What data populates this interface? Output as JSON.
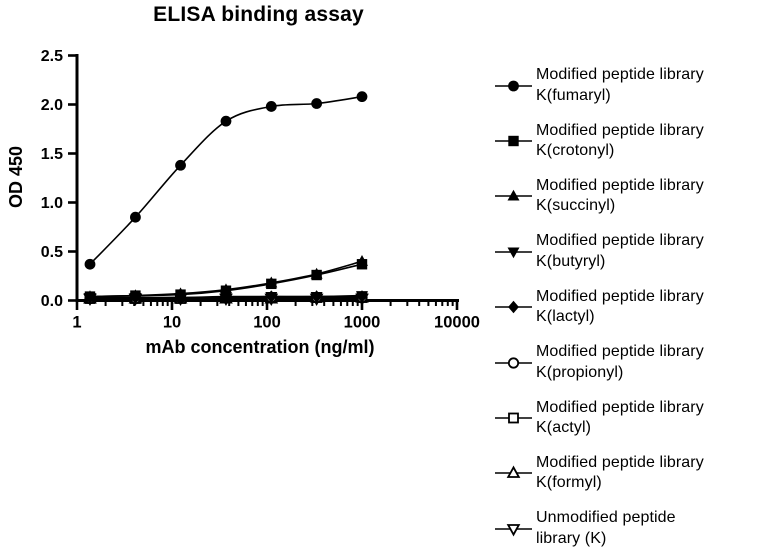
{
  "title": "ELISA binding assay",
  "axes": {
    "x": {
      "label": "mAb concentration (ng/ml)",
      "scale": "log",
      "ticks": [
        "1",
        "10",
        "100",
        "1000",
        "10000"
      ],
      "min": 1,
      "max": 10000
    },
    "y": {
      "label": "OD 450",
      "ticks": [
        "0.0",
        "0.5",
        "1.0",
        "1.5",
        "2.0",
        "2.5"
      ],
      "min": 0,
      "max": 2.5
    }
  },
  "chart_data": {
    "type": "line",
    "title": "ELISA binding assay",
    "xlabel": "mAb concentration (ng/ml)",
    "ylabel": "OD 450",
    "x_scale": "log",
    "xlim": [
      1,
      10000
    ],
    "ylim": [
      0,
      2.5
    ],
    "grid": false,
    "legend_position": "right",
    "x": [
      1.37,
      4.12,
      12.3,
      37,
      111,
      333,
      1000
    ],
    "series": [
      {
        "name": "Modified peptide library K(fumaryl)",
        "marker": "circle-filled",
        "values": [
          0.37,
          0.85,
          1.38,
          1.83,
          1.98,
          2.01,
          2.08
        ]
      },
      {
        "name": "Modified peptide library K(crotonyl)",
        "marker": "square-filled",
        "values": [
          0.04,
          0.05,
          0.06,
          0.1,
          0.17,
          0.26,
          0.37
        ]
      },
      {
        "name": "Modified peptide library K(succinyl)",
        "marker": "triangle-up-filled",
        "values": [
          0.04,
          0.05,
          0.07,
          0.11,
          0.18,
          0.27,
          0.4
        ]
      },
      {
        "name": "Modified peptide library K(butyryl)",
        "marker": "triangle-down-filled",
        "values": [
          0.03,
          0.03,
          0.03,
          0.04,
          0.04,
          0.04,
          0.05
        ]
      },
      {
        "name": "Modified peptide library K(lactyl)",
        "marker": "diamond-filled",
        "values": [
          0.03,
          0.03,
          0.03,
          0.03,
          0.04,
          0.04,
          0.04
        ]
      },
      {
        "name": "Modified peptide library K(propionyl)",
        "marker": "circle-open",
        "values": [
          0.02,
          0.02,
          0.03,
          0.03,
          0.03,
          0.03,
          0.03
        ]
      },
      {
        "name": "Modified peptide library K(actyl)",
        "marker": "square-open",
        "values": [
          0.02,
          0.02,
          0.02,
          0.03,
          0.03,
          0.03,
          0.03
        ]
      },
      {
        "name": "Modified peptide library K(formyl)",
        "marker": "triangle-up-open",
        "values": [
          0.02,
          0.02,
          0.02,
          0.02,
          0.02,
          0.03,
          0.03
        ]
      },
      {
        "name": "Unmodified peptide library (K)",
        "marker": "triangle-down-open",
        "values": [
          0.02,
          0.02,
          0.02,
          0.02,
          0.02,
          0.02,
          0.02
        ]
      }
    ]
  },
  "legend": {
    "items": [
      {
        "line1": "Modified peptide library",
        "line2": "K(fumaryl)",
        "marker": "circle-filled"
      },
      {
        "line1": "Modified peptide library",
        "line2": "K(crotonyl)",
        "marker": "square-filled"
      },
      {
        "line1": "Modified peptide library",
        "line2": "K(succinyl)",
        "marker": "triangle-up-filled"
      },
      {
        "line1": "Modified peptide library",
        "line2": "K(butyryl)",
        "marker": "triangle-down-filled"
      },
      {
        "line1": "Modified peptide library",
        "line2": "K(lactyl)",
        "marker": "diamond-filled"
      },
      {
        "line1": "Modified peptide library",
        "line2": "K(propionyl)",
        "marker": "circle-open"
      },
      {
        "line1": "Modified peptide library",
        "line2": "K(actyl)",
        "marker": "square-open"
      },
      {
        "line1": "Modified peptide library",
        "line2": "K(formyl)",
        "marker": "triangle-up-open"
      },
      {
        "line1": "Unmodified peptide",
        "line2": "library (K)",
        "marker": "triangle-down-open"
      }
    ]
  },
  "colors": {
    "series": "#000000",
    "text": "#000000",
    "background": "#ffffff"
  }
}
